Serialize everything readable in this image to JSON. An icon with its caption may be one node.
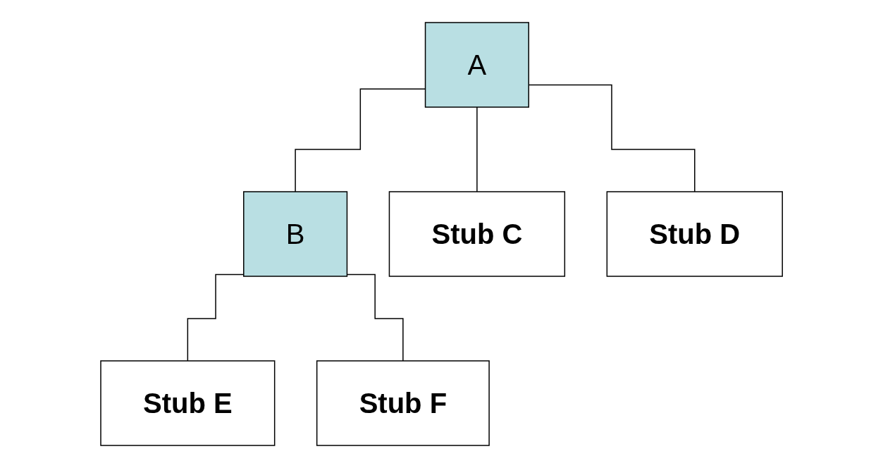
{
  "diagram": {
    "nodes": [
      {
        "text": [
          "A"
        ]
      },
      {
        "text": [
          "B"
        ]
      },
      {
        "text": [
          "Stub C"
        ]
      },
      {
        "text": [
          "Stub D"
        ]
      },
      {
        "text": [
          "Stub E"
        ]
      },
      {
        "text": [
          "Stub F"
        ]
      }
    ],
    "edges": [
      {
        "from": 0,
        "to": 1,
        "arrow": "none"
      },
      {
        "from": 0,
        "to": 2,
        "arrow": "none"
      },
      {
        "from": 0,
        "to": 3,
        "arrow": "none"
      },
      {
        "from": 1,
        "to": 4,
        "arrow": "none"
      },
      {
        "from": 1,
        "to": 5,
        "arrow": "none"
      }
    ]
  }
}
